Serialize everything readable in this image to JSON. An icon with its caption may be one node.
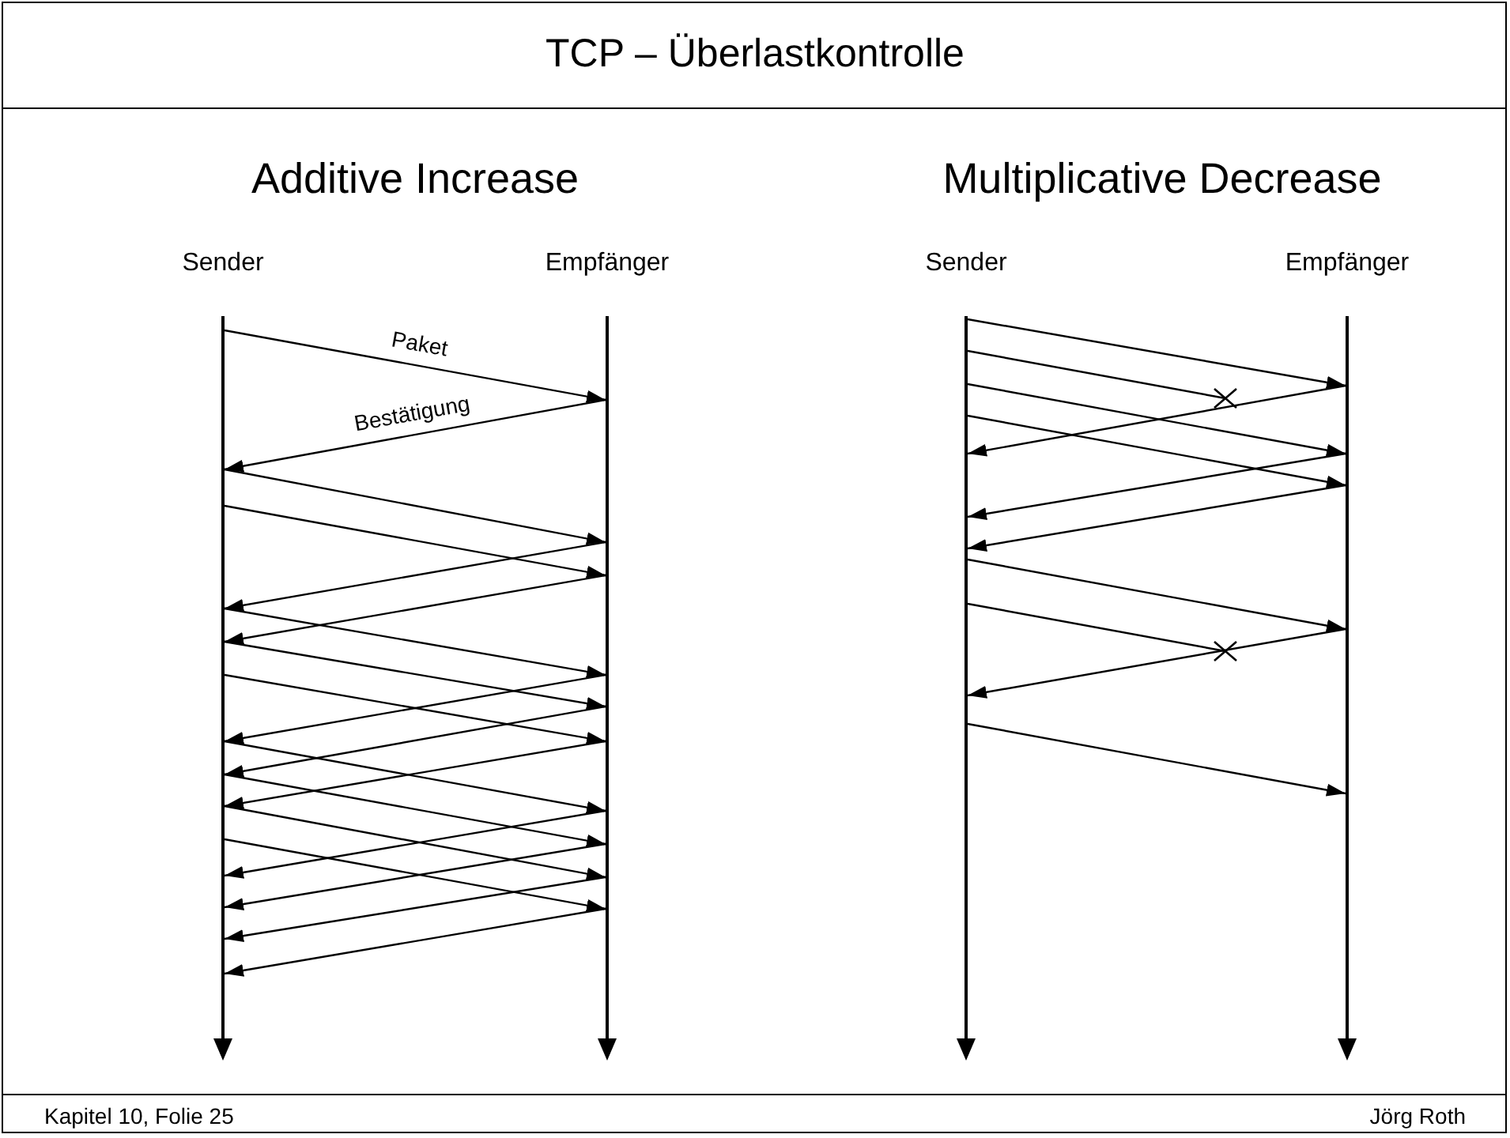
{
  "diagram": {
    "title": "TCP – Überlastkontrolle",
    "nodes": [
      {
        "text": [],
        "shape": "bar",
        "beside": [
          "Sender"
        ]
      },
      {
        "text": [],
        "shape": "bar",
        "beside": [
          "Empfänger"
        ]
      },
      {
        "text": [],
        "shape": "bar",
        "beside": [
          "Sender"
        ]
      },
      {
        "text": [],
        "shape": "bar",
        "beside": [
          "Empfänger"
        ]
      }
    ],
    "edges": [
      {
        "from": 0,
        "to": 1,
        "arrow": "to",
        "label": "Paket"
      },
      {
        "from": 1,
        "to": 0,
        "arrow": "to",
        "label": "Bestätigung"
      },
      {
        "from": 0,
        "to": 1,
        "arrow": "to"
      },
      {
        "from": 0,
        "to": 1,
        "arrow": "to"
      },
      {
        "from": 1,
        "to": 0,
        "arrow": "to"
      },
      {
        "from": 1,
        "to": 0,
        "arrow": "to"
      },
      {
        "from": 0,
        "to": 1,
        "arrow": "to"
      },
      {
        "from": 0,
        "to": 1,
        "arrow": "to"
      },
      {
        "from": 0,
        "to": 1,
        "arrow": "to"
      },
      {
        "from": 1,
        "to": 0,
        "arrow": "to"
      },
      {
        "from": 1,
        "to": 0,
        "arrow": "to"
      },
      {
        "from": 1,
        "to": 0,
        "arrow": "to"
      },
      {
        "from": 0,
        "to": 1,
        "arrow": "to"
      },
      {
        "from": 0,
        "to": 1,
        "arrow": "to"
      },
      {
        "from": 0,
        "to": 1,
        "arrow": "to"
      },
      {
        "from": 0,
        "to": 1,
        "arrow": "to"
      },
      {
        "from": 1,
        "to": 0,
        "arrow": "to"
      },
      {
        "from": 1,
        "to": 0,
        "arrow": "to"
      },
      {
        "from": 1,
        "to": 0,
        "arrow": "to"
      },
      {
        "from": 1,
        "to": 0,
        "arrow": "to"
      },
      {
        "from": 2,
        "to": 3,
        "arrow": "to"
      },
      {
        "from": 2,
        "to": null,
        "arrow": "none"
      },
      {
        "from": 2,
        "to": 3,
        "arrow": "to"
      },
      {
        "from": 3,
        "to": 2,
        "arrow": "to"
      },
      {
        "from": 2,
        "to": 3,
        "arrow": "to"
      },
      {
        "from": 3,
        "to": 2,
        "arrow": "to"
      },
      {
        "from": 3,
        "to": 2,
        "arrow": "to"
      },
      {
        "from": 2,
        "to": 3,
        "arrow": "to"
      },
      {
        "from": 2,
        "to": null,
        "arrow": "none"
      },
      {
        "from": 3,
        "to": 2,
        "arrow": "to"
      },
      {
        "from": 2,
        "to": 3,
        "arrow": "to"
      }
    ],
    "labels": [
      "Additive Increase",
      "Multiplicative Decrease",
      "Kapitel 10, Folie 25",
      "Jörg Roth"
    ]
  }
}
